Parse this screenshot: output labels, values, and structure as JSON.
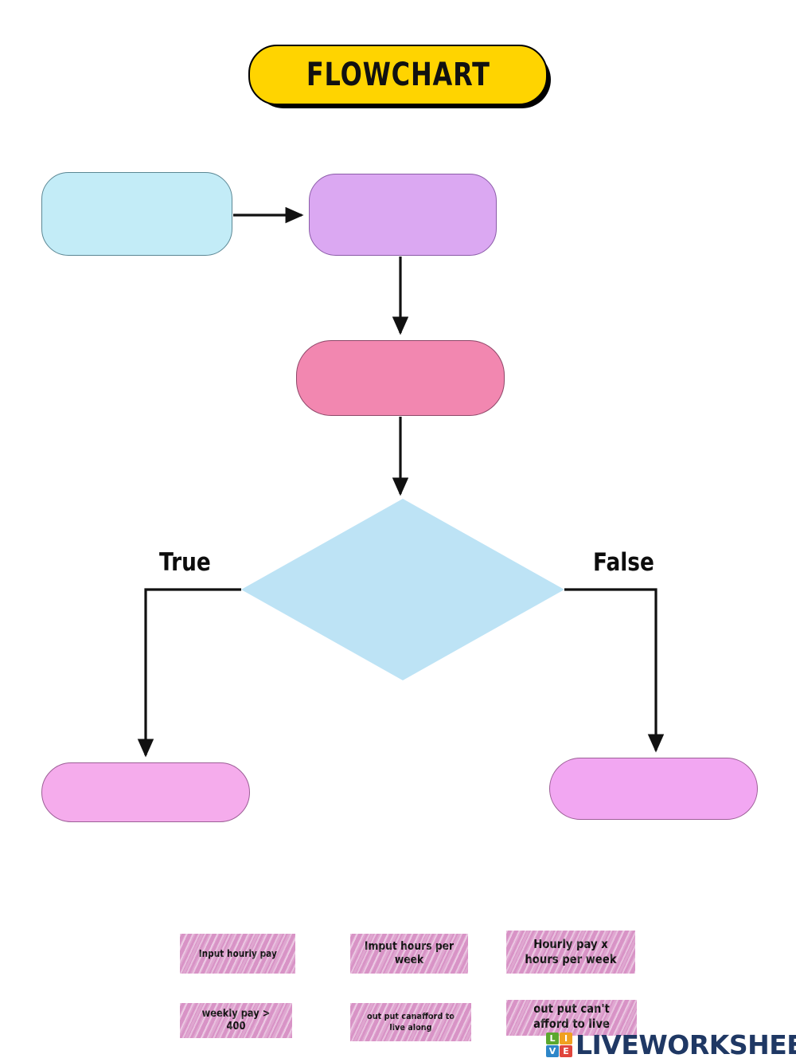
{
  "worksheet": {
    "title": "FLOWCHART",
    "title_color": "#FFD400"
  },
  "flowchart": {
    "nodes": [
      {
        "id": "input-hourly-pay",
        "shape": "rounded-rectangle",
        "label": "",
        "color": "#C3ECF7"
      },
      {
        "id": "input-hours-week",
        "shape": "rounded-rectangle",
        "label": "",
        "color": "#DBA8F2"
      },
      {
        "id": "calculate-weekly-pay",
        "shape": "rounded-rectangle",
        "label": "",
        "color": "#F287B0"
      },
      {
        "id": "decision-weekly-pay",
        "shape": "diamond",
        "label": "",
        "color": "#BDE3F5"
      },
      {
        "id": "output-true",
        "shape": "rounded-rectangle",
        "label": "",
        "color": "#F5ACEC"
      },
      {
        "id": "output-false",
        "shape": "rounded-rectangle",
        "label": "",
        "color": "#F2A7F2"
      }
    ],
    "branch_labels": {
      "true": "True",
      "false": "False"
    }
  },
  "word_bank": {
    "tiles": [
      {
        "id": "tile-input-hourly-pay",
        "text": "Input hourly pay"
      },
      {
        "id": "tile-imput-hours-per-week",
        "text": "Imput hours per week"
      },
      {
        "id": "tile-hourly-pay-x-hours",
        "text": "Hourly pay x hours per week"
      },
      {
        "id": "tile-weekly-pay-gt-400",
        "text": "weekly pay > 400"
      },
      {
        "id": "tile-canafford-to-live-along",
        "text": "out put canafford to live along"
      },
      {
        "id": "tile-cant-afford-to-live-alone",
        "text": "out put can't afford to live alone"
      }
    ],
    "tile_color": "#D893C6"
  },
  "watermark": {
    "brand": "LIVEWORKSHEETS",
    "logo_letters": [
      "L",
      "I",
      "V",
      "E"
    ],
    "brand_color": "#1F3864"
  }
}
